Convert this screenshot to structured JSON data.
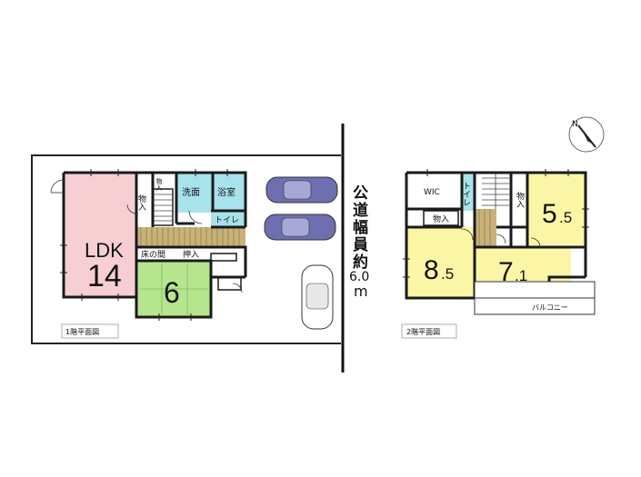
{
  "floor1": {
    "caption": "1階平面図",
    "rooms": {
      "ldk_name": "LDK",
      "ldk_size": "14",
      "washitsu_size": "6",
      "tokonoma": "床の間",
      "oshiire": "押入",
      "monoire": "物入",
      "monoire_small": "物入",
      "senmen": "洗面",
      "yokushitsu": "浴室",
      "toilet": "トイレ"
    },
    "colors": {
      "ldk": "#f7cfd3",
      "washitsu": "#b6e58f",
      "bath": "#a8e2ea",
      "stairs": "#c9b27a"
    }
  },
  "floor2": {
    "caption": "2階平面図",
    "rooms": {
      "wic": "WIC",
      "toilet": "トイレ",
      "monoire_left": "物入",
      "monoire_right": "物入",
      "room_a_main": "8",
      "room_a_sub": ".5",
      "room_b_main": "7",
      "room_b_sub": ".1",
      "room_c_main": "5",
      "room_c_sub": ".5",
      "balcony": "バルコニー"
    },
    "colors": {
      "bedroom": "#fbf6a6",
      "toilet": "#a8e2ea",
      "stairs": "#c9b27a"
    }
  },
  "road": {
    "chars": [
      "公",
      "道",
      "幅",
      "員",
      "約",
      "6.0",
      "m"
    ]
  },
  "compass": {
    "north": "N"
  }
}
